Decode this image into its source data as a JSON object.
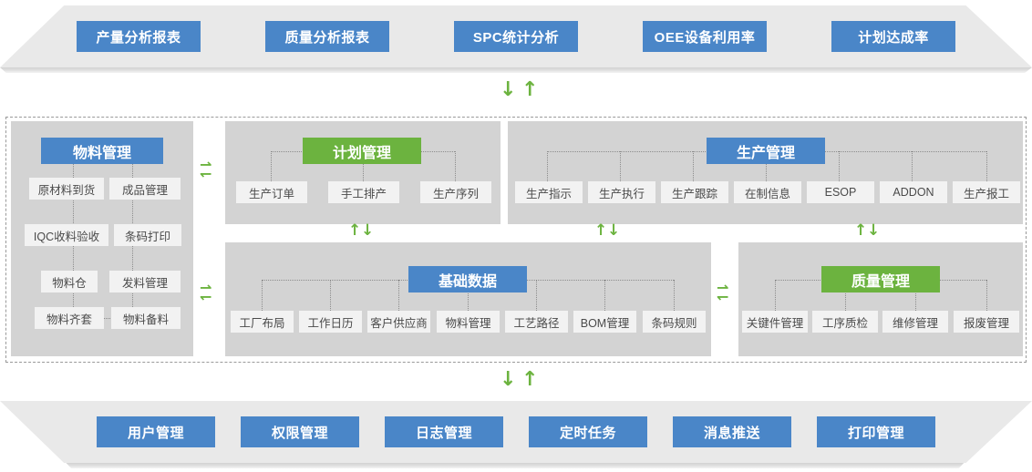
{
  "top_banner": {
    "name": "reporting-layer",
    "chips": [
      {
        "label": "产量分析报表"
      },
      {
        "label": "质量分析报表"
      },
      {
        "label": "SPC统计分析"
      },
      {
        "label": "OEE设备利用率"
      },
      {
        "label": "计划达成率"
      }
    ]
  },
  "bottom_banner": {
    "name": "platform-layer",
    "chips": [
      {
        "label": "用户管理"
      },
      {
        "label": "权限管理"
      },
      {
        "label": "日志管理"
      },
      {
        "label": "定时任务"
      },
      {
        "label": "消息推送"
      },
      {
        "label": "打印管理"
      }
    ]
  },
  "panels": {
    "material": {
      "title": "物料管理",
      "color": "#4a86c8",
      "items": [
        "原材料到货",
        "成品管理",
        "IQC收料验收",
        "条码打印",
        "物料仓",
        "发料管理",
        "物料齐套",
        "物料备料"
      ]
    },
    "plan": {
      "title": "计划管理",
      "color": "#6cb33f",
      "items": [
        "生产订单",
        "手工排产",
        "生产序列"
      ]
    },
    "production": {
      "title": "生产管理",
      "color": "#4a86c8",
      "items": [
        "生产指示",
        "生产执行",
        "生产跟踪",
        "在制信息",
        "ESOP",
        "ADDON",
        "生产报工"
      ]
    },
    "basic": {
      "title": "基础数据",
      "color": "#4a86c8",
      "items": [
        "工厂布局",
        "工作日历",
        "客户供应商",
        "物料管理",
        "工艺路径",
        "BOM管理",
        "条码规则"
      ]
    },
    "quality": {
      "title": "质量管理",
      "color": "#6cb33f",
      "items": [
        "关键件管理",
        "工序质检",
        "维修管理",
        "报废管理"
      ]
    }
  },
  "arrows": {
    "down": "↓",
    "up": "↑",
    "right": "⇀",
    "left": "↽"
  },
  "colors": {
    "accent_blue": "#4a86c8",
    "accent_green": "#6cb33f",
    "panel_gray": "#d3d3d3",
    "banner_gray": "#e9e9e9",
    "leaf_gray": "#f2f2f2"
  }
}
